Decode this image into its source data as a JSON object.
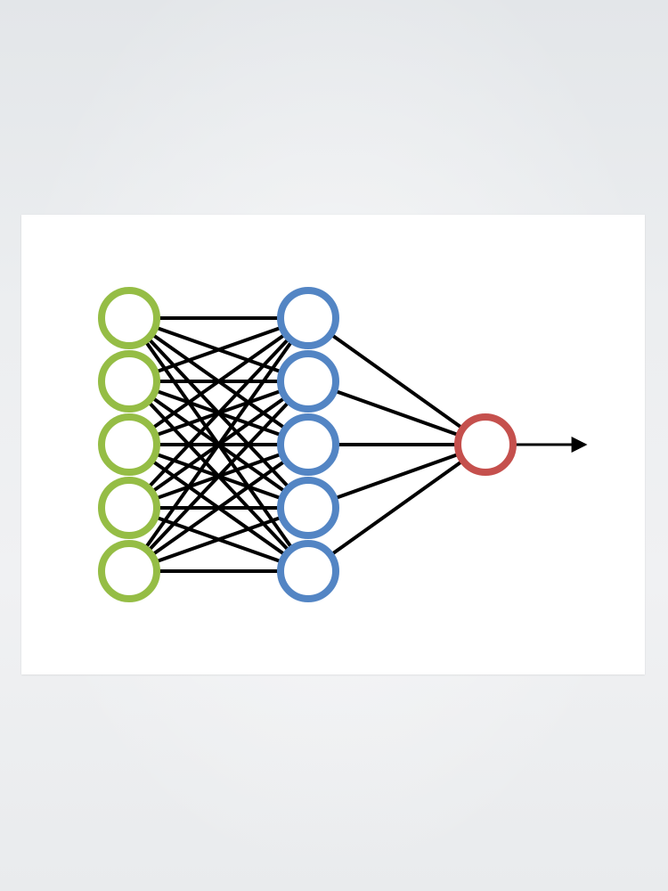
{
  "diagram": {
    "type": "neural-network",
    "layers": [
      {
        "name": "input",
        "nodes": 5,
        "color": "#95bd45"
      },
      {
        "name": "hidden",
        "nodes": 5,
        "color": "#5385c4"
      },
      {
        "name": "output",
        "nodes": 1,
        "color": "#c5504d"
      }
    ],
    "connectivity": "fully-connected",
    "output_arrow": true,
    "edge_color": "#000000",
    "background_color": "#ffffff"
  }
}
